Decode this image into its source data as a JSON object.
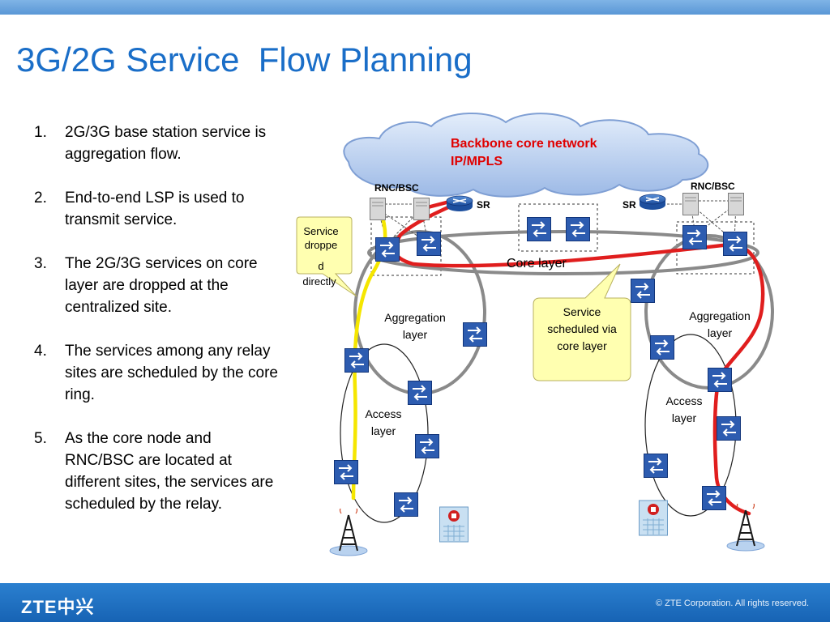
{
  "title": "3G/2G Service  Flow Planning",
  "steps": [
    {
      "num": "1.",
      "text": "2G/3G base station service is aggregation flow."
    },
    {
      "num": "2.",
      "text": "End-to-end LSP is used to transmit service."
    },
    {
      "num": "3.",
      "text": "The 2G/3G services  on core layer are dropped at the centralized site."
    },
    {
      "num": "4.",
      "text": "The services among any relay sites are scheduled by the core ring."
    },
    {
      "num": "5.",
      "text": "As the core node and RNC/BSC are located at different sites, the services are scheduled by the relay."
    }
  ],
  "diagram": {
    "backbone_line1": "Backbone core network",
    "backbone_line2": "IP/MPLS",
    "rnc_left": "RNC/BSC",
    "rnc_right": "RNC/BSC",
    "sr_left": "SR",
    "sr_right": "SR",
    "core_layer": "Core layer",
    "aggregation_left_1": "Aggregation",
    "aggregation_left_2": "layer",
    "aggregation_right_1": "Aggregation",
    "aggregation_right_2": "layer",
    "access_left_1": "Access",
    "access_left_2": "layer",
    "access_right_1": "Access",
    "access_right_2": "layer",
    "callout_dropped": [
      "Service",
      "droppe",
      "d",
      "directly"
    ],
    "callout_scheduled": [
      "Service",
      "scheduled via",
      "core layer"
    ],
    "colors": {
      "yellow_path": "#f5e600",
      "red_path": "#e01e1e",
      "callout_fill": "#ffffb0",
      "backbone_text": "#e00000"
    }
  },
  "footer": {
    "logo": "ZTE中兴",
    "copyright": "© ZTE Corporation. All rights reserved."
  }
}
